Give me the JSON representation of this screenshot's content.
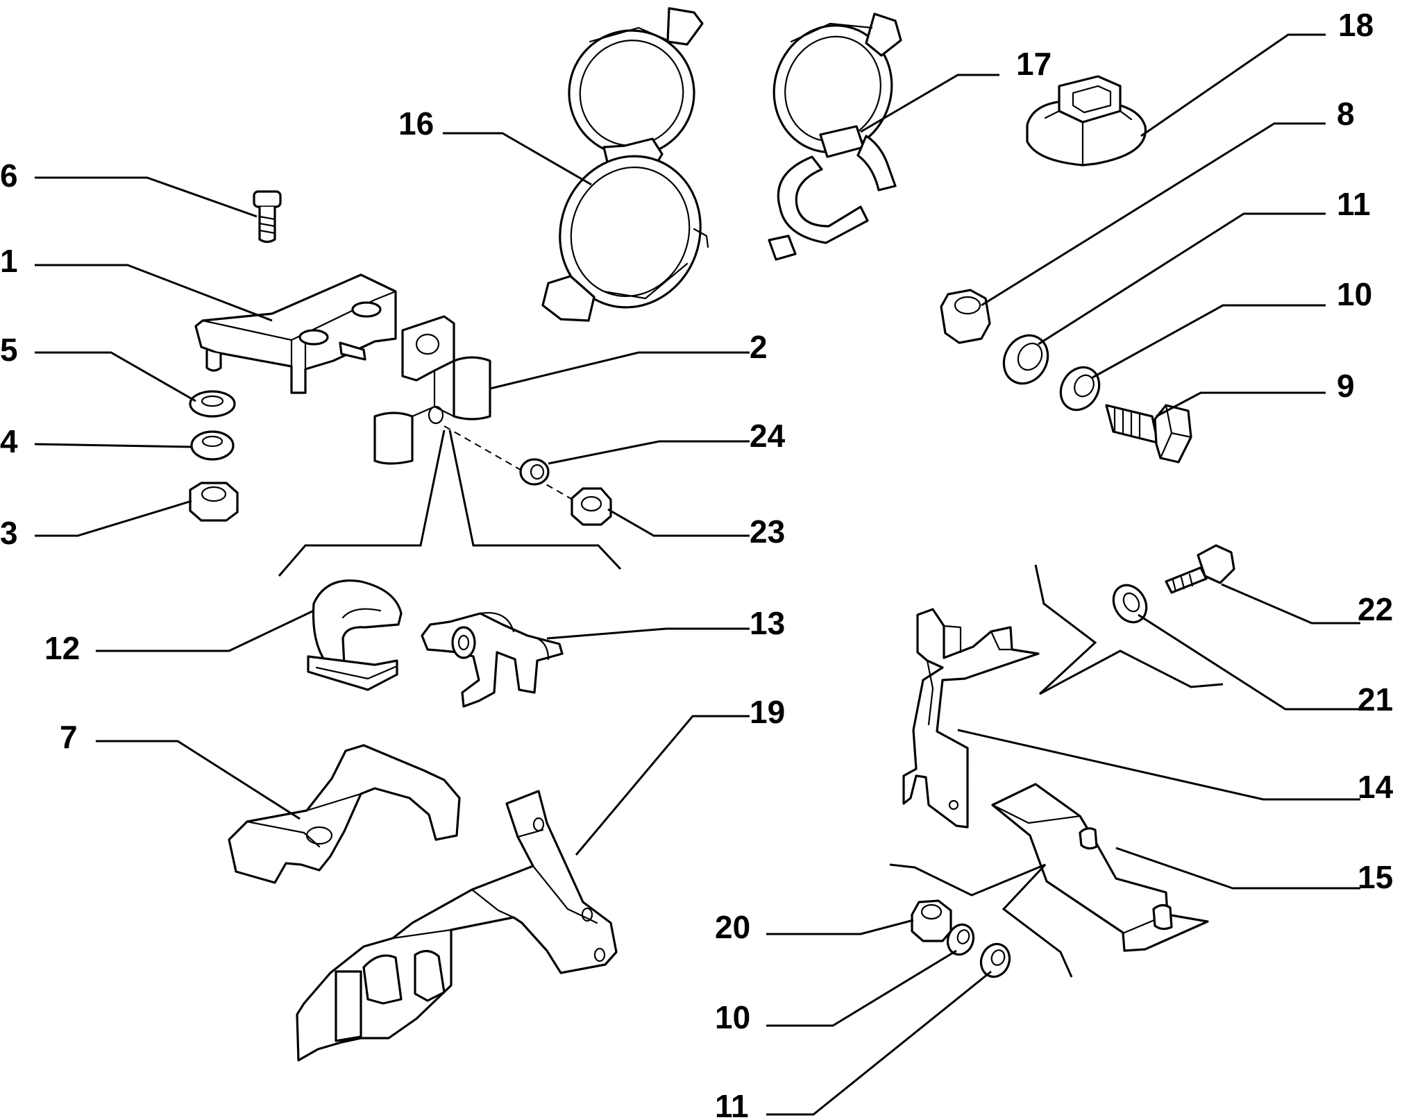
{
  "diagram": {
    "type": "exploded-parts-diagram",
    "callouts": [
      {
        "id": "c1",
        "label": "1"
      },
      {
        "id": "c2",
        "label": "2"
      },
      {
        "id": "c3",
        "label": "3"
      },
      {
        "id": "c4",
        "label": "4"
      },
      {
        "id": "c5",
        "label": "5"
      },
      {
        "id": "c6",
        "label": "6"
      },
      {
        "id": "c7",
        "label": "7"
      },
      {
        "id": "c8",
        "label": "8"
      },
      {
        "id": "c9",
        "label": "9"
      },
      {
        "id": "c10a",
        "label": "10"
      },
      {
        "id": "c10b",
        "label": "10"
      },
      {
        "id": "c11a",
        "label": "11"
      },
      {
        "id": "c11b",
        "label": "11"
      },
      {
        "id": "c12",
        "label": "12"
      },
      {
        "id": "c13",
        "label": "13"
      },
      {
        "id": "c14",
        "label": "14"
      },
      {
        "id": "c15",
        "label": "15"
      },
      {
        "id": "c16",
        "label": "16"
      },
      {
        "id": "c17",
        "label": "17"
      },
      {
        "id": "c18",
        "label": "18"
      },
      {
        "id": "c19",
        "label": "19"
      },
      {
        "id": "c20",
        "label": "20"
      },
      {
        "id": "c21",
        "label": "21"
      },
      {
        "id": "c22",
        "label": "22"
      },
      {
        "id": "c23",
        "label": "23"
      },
      {
        "id": "c24",
        "label": "24"
      }
    ]
  }
}
